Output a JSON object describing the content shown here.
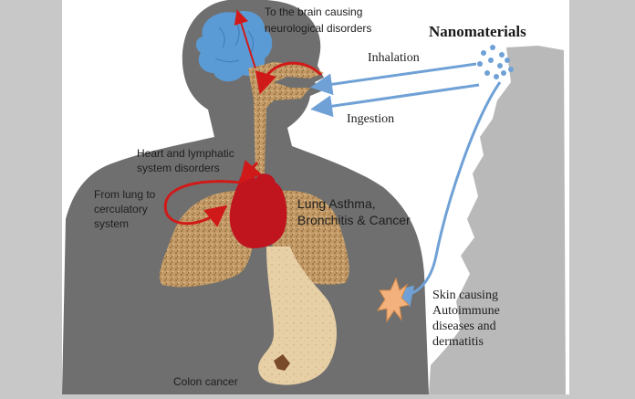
{
  "labels": {
    "nanomaterials": "Nanomaterials",
    "brain_line1": "To the brain causing",
    "brain_line2": "neurological disorders",
    "inhalation": "Inhalation",
    "ingestion": "Ingestion",
    "heart_line1": "Heart and lymphatic",
    "heart_line2": "system disorders",
    "lung_line1": "From lung to",
    "lung_line2": "cerculatory",
    "lung_line3": "system",
    "asthma_line1": "Lung Asthma,",
    "asthma_line2": "Bronchitis & Cancer",
    "skin_line1": "Skin causing",
    "skin_line2": "Autoimmune",
    "skin_line3": "diseases and",
    "skin_line4": "dermatitis",
    "colon": "Colon cancer"
  },
  "colors": {
    "background": "#c8c8c8",
    "panel": "#ffffff",
    "body": "#6f6f6f",
    "brain": "#5b9bd5",
    "heart": "#c0141e",
    "arrow_red": "#d01a1a",
    "arrow_blue": "#6fa1d6",
    "lungs": "#c49a62",
    "skin_patch": "#f3b27d"
  }
}
